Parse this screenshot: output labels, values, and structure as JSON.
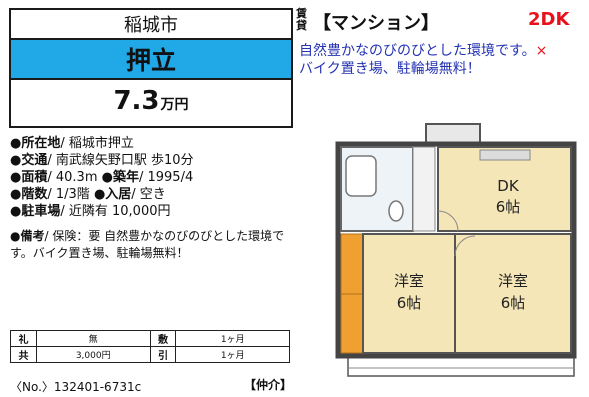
{
  "listing": {
    "city": "稲城市",
    "town": "押立",
    "rent_value": "7.3",
    "rent_unit": "万円",
    "address_label": "所在地",
    "address": "/ 稲城市押立",
    "transport_label": "交通",
    "transport": "/ 南武線矢野口駅 歩10分",
    "area_label": "面積",
    "area": "/ 40.3m",
    "built_label": "築年",
    "built": "/ 1995/4",
    "floor_label": "階数",
    "floor": "/ 1/3階",
    "movein_label": "入居",
    "movein": "/ 空き",
    "parking_label": "駐車場",
    "parking": "/ 近隣有 10,000円",
    "remarks_label": "備考",
    "remarks": "/ 保険：要 自然豊かなのびのびとした環境です。バイク置き場、駐輪場無料！",
    "bullet": "●"
  },
  "fees": {
    "key_money_label": "礼",
    "key_money": "無",
    "deposit_label": "敷",
    "deposit": "1ヶ月",
    "common_label": "共",
    "common": "3,000円",
    "pullback_label": "引",
    "pullback": "1ヶ月"
  },
  "footer": {
    "ref_no": "〈No.〉132401-6731c",
    "broker": "【仲介】"
  },
  "header": {
    "chintai": "賃貸",
    "property_type": "【マンション】",
    "layout": "2DK"
  },
  "description": {
    "line1": "自然豊かなのびのびとした環境です。",
    "close_mark": "×",
    "line2": "バイク置き場、駐輪場無料！"
  },
  "floorplan": {
    "dk_label": "DK",
    "dk_size": "6帖",
    "room1_label": "洋室",
    "room1_size": "6帖",
    "room2_label": "洋室",
    "room2_size": "6帖"
  },
  "colors": {
    "accent_blue": "#21a8e6",
    "layout_red": "#e8101a",
    "description_blue": "#2433b3",
    "floor_tan": "#f5e6b8",
    "closet_orange": "#f0a030"
  }
}
